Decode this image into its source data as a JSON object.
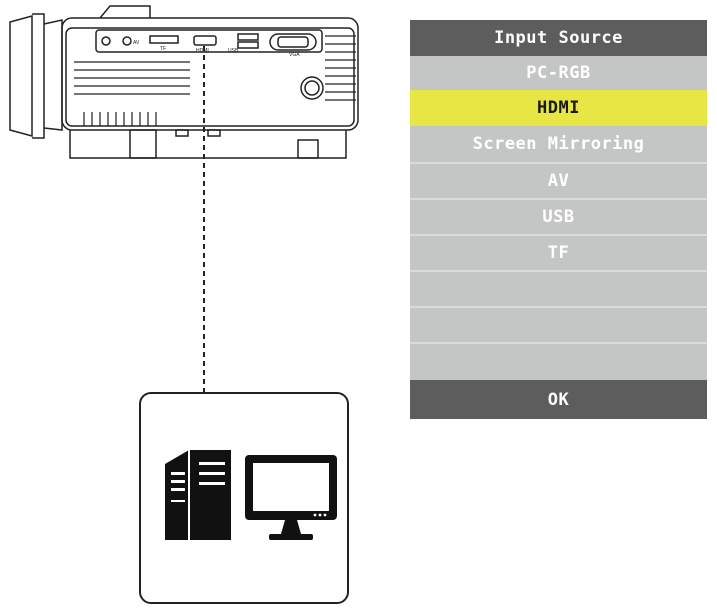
{
  "projector": {
    "port_labels": [
      "AV",
      "TF",
      "HDMI",
      "USB",
      "VGA"
    ]
  },
  "menu": {
    "title": "Input Source",
    "items": [
      {
        "label": "PC-RGB",
        "selected": false
      },
      {
        "label": "HDMI",
        "selected": true
      },
      {
        "label": "Screen Mirroring",
        "selected": false
      },
      {
        "label": "AV",
        "selected": false
      },
      {
        "label": "USB",
        "selected": false
      },
      {
        "label": "TF",
        "selected": false
      },
      {
        "label": "",
        "selected": false
      },
      {
        "label": "",
        "selected": false
      },
      {
        "label": "",
        "selected": false
      }
    ],
    "ok_label": "OK"
  },
  "colors": {
    "header_bg": "#5c5d5c",
    "row_bg": "#c4c6c5",
    "selected_bg": "#e8e645",
    "line": "#222222"
  },
  "icons": [
    "projector-icon",
    "pc-tower-icon",
    "monitor-icon"
  ]
}
